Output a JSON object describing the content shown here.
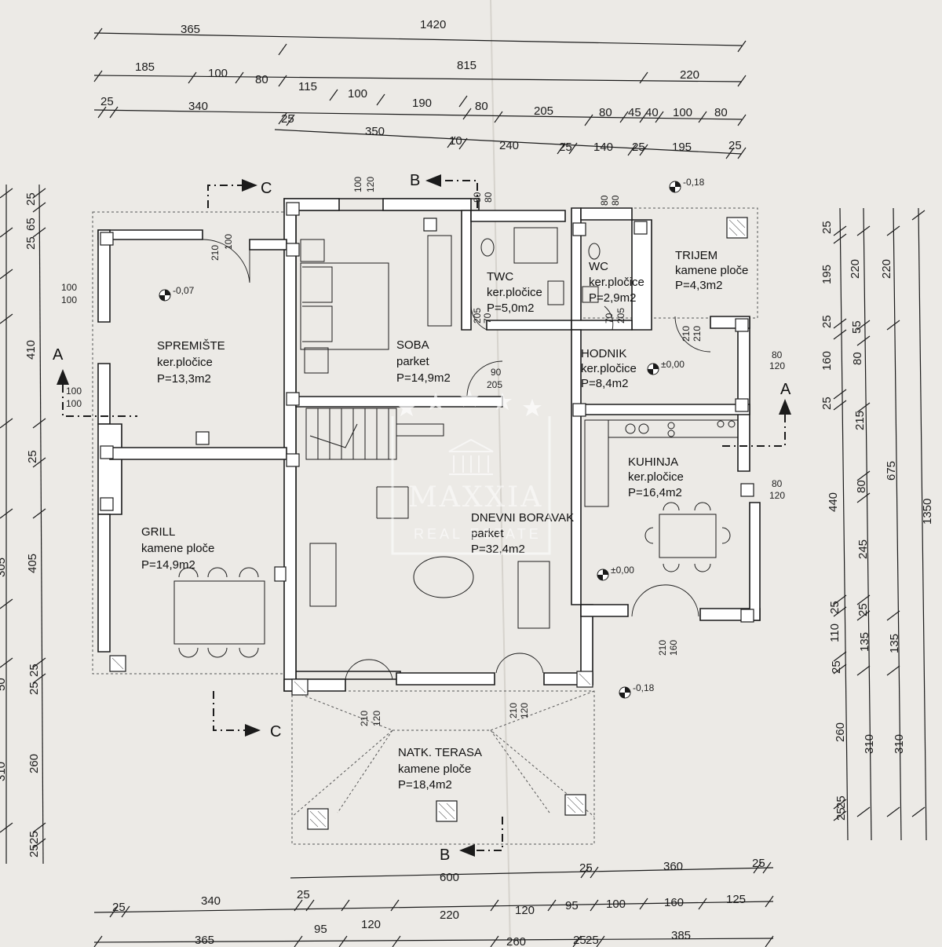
{
  "top_dimensions": {
    "row1": [
      "365",
      "1420"
    ],
    "row2": [
      "185",
      "100",
      "80",
      "115",
      "100",
      "190",
      "80",
      "205",
      "80",
      "45",
      "40",
      "100",
      "80",
      "815",
      "220"
    ],
    "row3": [
      "25",
      "340",
      "25",
      "350",
      "10",
      "240",
      "25",
      "140",
      "25",
      "195",
      "25"
    ]
  },
  "bottom_dimensions": {
    "row1": [
      "600",
      "25",
      "360",
      "25"
    ],
    "row2": [
      "25",
      "340",
      "25",
      "120",
      "95",
      "100",
      "160",
      "125"
    ],
    "row3": [
      "365",
      "95",
      "120",
      "220",
      "260",
      "25",
      "25",
      "385"
    ]
  },
  "right_dimensions": {
    "col1": [
      "25",
      "195",
      "25",
      "160",
      "25",
      "440",
      "25",
      "110",
      "25",
      "260",
      "25",
      "25"
    ],
    "col2": [
      "220",
      "55",
      "80",
      "215",
      "80",
      "245",
      "25",
      "135",
      "310"
    ],
    "col3": [
      "220",
      "675",
      "135",
      "310",
      "1350"
    ]
  },
  "left_dimensions": [
    "25",
    "65",
    "25",
    "410",
    "25",
    "405",
    "305",
    "50",
    "25",
    "25",
    "260",
    "310",
    "25",
    "25"
  ],
  "rooms": [
    {
      "name": "SPREMIŠTE",
      "floor": "ker.pločice",
      "area": "P=13,3m2"
    },
    {
      "name": "SOBA",
      "floor": "parket",
      "area": "P=14,9m2"
    },
    {
      "name": "TWC",
      "floor": "ker.pločice",
      "area": "P=5,0m2"
    },
    {
      "name": "WC",
      "floor": "ker.pločice",
      "area": "P=2,9m2"
    },
    {
      "name": "TRIJEM",
      "floor": "kamene ploče",
      "area": "P=4,3m2"
    },
    {
      "name": "HODNIK",
      "floor": "ker.pločice",
      "area": "P=8,4m2"
    },
    {
      "name": "KUHINJA",
      "floor": "ker.pločice",
      "area": "P=16,4m2"
    },
    {
      "name": "DNEVNI BORAVAK",
      "floor": "parket",
      "area": "P=32,4m2"
    },
    {
      "name": "GRILL",
      "floor": "kamene ploče",
      "area": "P=14,9m2"
    },
    {
      "name": "NATK. TERASA",
      "floor": "kamene ploče",
      "area": "P=18,4m2"
    }
  ],
  "levels": [
    "-0,18",
    "-0,07",
    "±0,00",
    "±0,00",
    "-0,18"
  ],
  "opening_labels": {
    "door_spremiste": [
      "100",
      "210"
    ],
    "window_spremiste": [
      "100",
      "100"
    ],
    "window_spremiste2": [
      "100",
      "100"
    ],
    "window_soba": [
      "100",
      "120"
    ],
    "window_twc": [
      "80",
      "80"
    ],
    "window_wc": [
      "80",
      "80"
    ],
    "door_twc": [
      "70",
      "205"
    ],
    "door_wc": [
      "70",
      "205"
    ],
    "door_soba": [
      "90",
      "205"
    ],
    "door_trijem": [
      "210",
      "210"
    ],
    "window_hodnik": [
      "80",
      "120"
    ],
    "window_kuhinja": [
      "80",
      "120"
    ],
    "door_kuhinja": [
      "160",
      "210"
    ],
    "door_terasa1": [
      "120",
      "210"
    ],
    "door_terasa2": [
      "120",
      "210"
    ]
  },
  "section_marks": {
    "c_top": "C",
    "c_bottom": "C",
    "b_top": "B",
    "b_bottom": "B",
    "a_left": "A",
    "a_right": "A"
  },
  "watermark": {
    "brand": "MAXXIA",
    "sub": "REAL ESTATE"
  },
  "colors": {
    "paper": "#eceae6",
    "ink": "#1b1b1b",
    "wall_fill": "#ffffff"
  }
}
